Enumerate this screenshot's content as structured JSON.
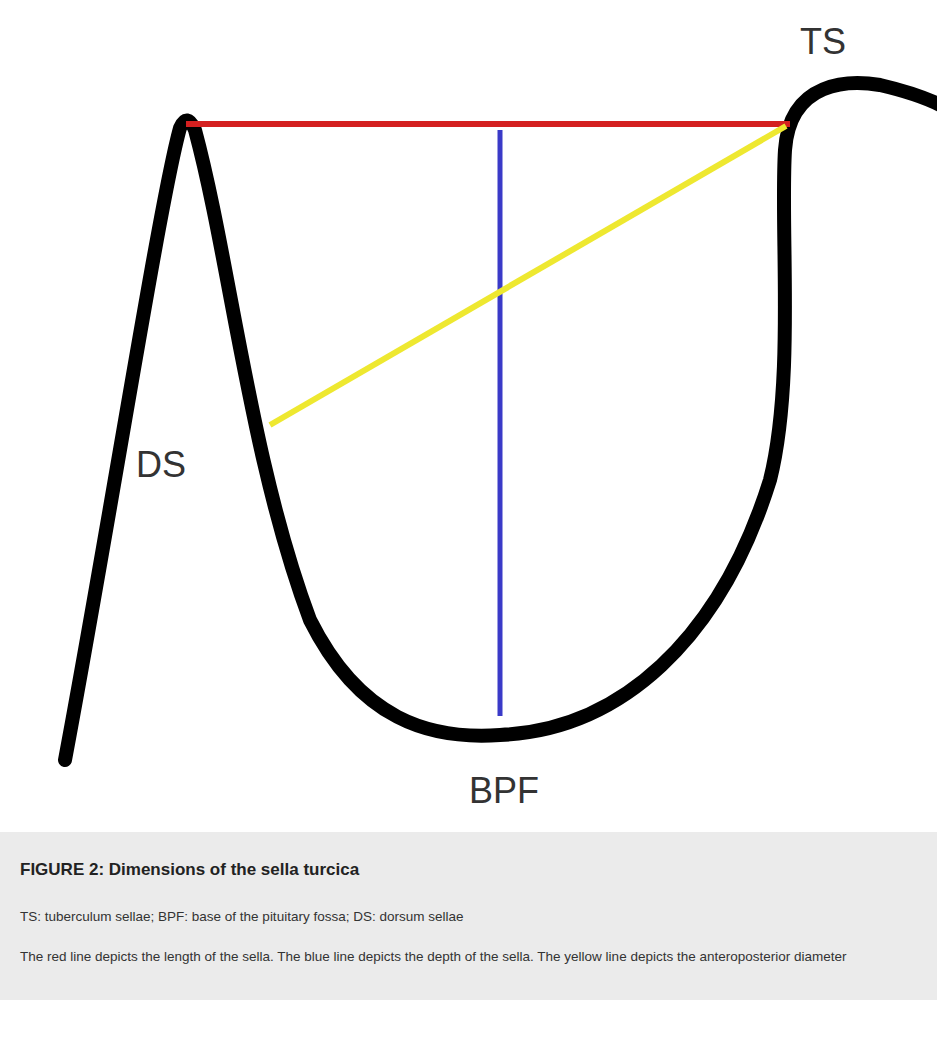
{
  "diagram": {
    "title": "FIGURE 2: Dimensions of the sella turcica",
    "caption": "The red line depicts the length of the sella. The blue line depicts the depth of the sella. The yellow line depicts the anteroposterior diameter",
    "labels": [
      "TS",
      "DS",
      "BPF",
      "TS: tuberculum sellae; BPF: base of the pituitary fossa; DS: dorsum sellae"
    ]
  }
}
